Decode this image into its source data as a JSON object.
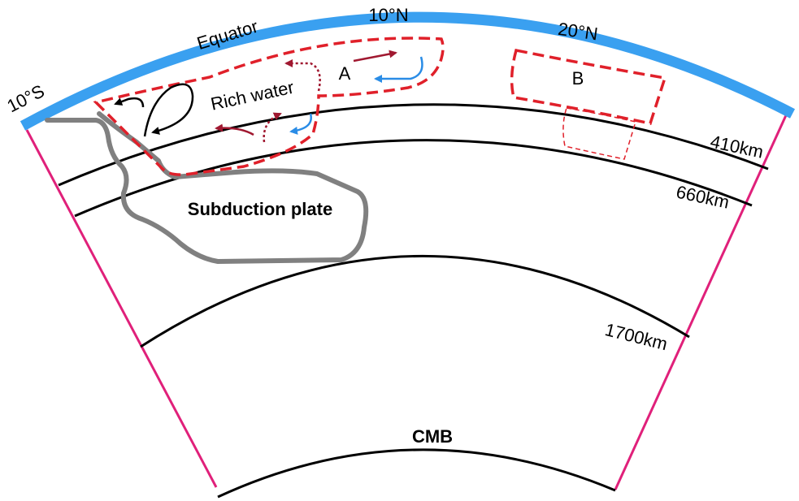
{
  "labels": {
    "equator": "Equator",
    "lat_south": "10°S",
    "lat_10n": "10°N",
    "lat_20n": "20°N",
    "depth_410": "410km",
    "depth_660": "660km",
    "depth_1700": "1700km",
    "cmb": "CMB",
    "rich_water": "Rich water",
    "region_a": "A",
    "region_b": "B",
    "subduction_plate": "Subduction plate"
  },
  "colors": {
    "surface": "#3aa0f0",
    "boundary": "#e0207a",
    "region_outline": "#e0202a",
    "flow_dark_red": "#a01830",
    "flow_blue": "#2a8ce6",
    "plate": "#808080",
    "layer_line": "#000000"
  }
}
